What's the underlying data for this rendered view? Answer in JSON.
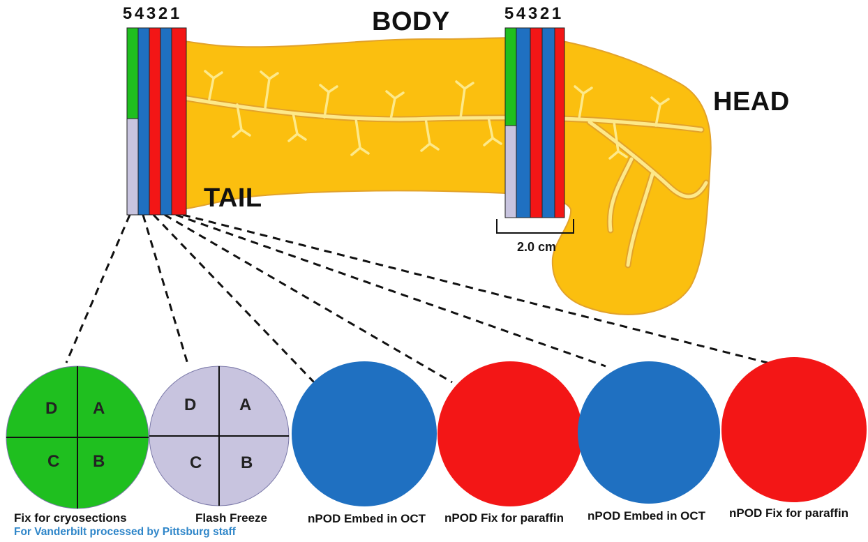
{
  "labels": {
    "body": "BODY",
    "head": "HEAD",
    "tail": "TAIL",
    "measure": "2.0 cm"
  },
  "block_numbers": [
    "5",
    "4",
    "3",
    "2",
    "1"
  ],
  "colors": {
    "pancreas": "#fbbf0f",
    "pancreas_outline": "#e2a22a",
    "duct": "#fde98a",
    "green": "#1fbf1f",
    "lavender": "#c8c4df",
    "blue": "#1f70c1",
    "red": "#f31616"
  },
  "circles": [
    {
      "fill": "green",
      "quadrants": [
        "D",
        "A",
        "C",
        "B"
      ],
      "caption": "Fix for cryosections"
    },
    {
      "fill": "lavender",
      "quadrants": [
        "D",
        "A",
        "C",
        "B"
      ],
      "caption": "Flash Freeze"
    },
    {
      "fill": "blue",
      "quadrants": [],
      "caption": "nPOD Embed in OCT"
    },
    {
      "fill": "red",
      "quadrants": [],
      "caption": "nPOD Fix for paraffin"
    },
    {
      "fill": "blue",
      "quadrants": [],
      "caption": "nPOD Embed in OCT"
    },
    {
      "fill": "red",
      "quadrants": [],
      "caption": "nPOD Fix for paraffin"
    }
  ],
  "footnote": "For Vanderbilt processed by Pittsburg staff"
}
